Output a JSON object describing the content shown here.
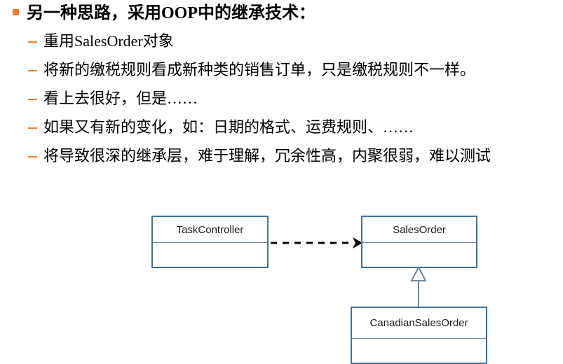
{
  "slide": {
    "title_bullet": {
      "marker": "orange-square-bullet",
      "text": "另一种思路，采用OOP中的继承技术："
    },
    "sub_bullets": [
      {
        "marker": "orange-dash-bullet",
        "text": "重用SalesOrder对象"
      },
      {
        "marker": "orange-dash-bullet",
        "text": "将新的缴税规则看成新种类的销售订单，只是缴税规则不一样。"
      },
      {
        "marker": "orange-dash-bullet",
        "text": "看上去很好，但是……"
      },
      {
        "marker": "orange-dash-bullet",
        "text": "如果又有新的变化，如：日期的格式、运费规则、……"
      },
      {
        "marker": "orange-dash-bullet",
        "text": "将导致很深的继承层，难于理解，冗余性高，内聚很弱，难以测试"
      }
    ]
  },
  "diagram": {
    "type": "uml-class-diagram",
    "classes": [
      {
        "id": "taskcontroller",
        "name": "TaskController"
      },
      {
        "id": "salesorder",
        "name": "SalesOrder"
      },
      {
        "id": "canadiansalesorder",
        "name": "CanadianSalesOrder"
      }
    ],
    "relations": [
      {
        "kind": "dependency-dashed-arrow",
        "from": "TaskController",
        "to": "SalesOrder"
      },
      {
        "kind": "generalization-hollow-triangle",
        "from": "CanadianSalesOrder",
        "to": "SalesOrder"
      }
    ]
  },
  "colors": {
    "bullet_orange": "#ED7D31",
    "class_border_blue": "#41719C",
    "compartment_divider": "#6B88A3",
    "generalization_line": "#6B88A3",
    "dependency_arrow": "#000000",
    "text": "#000000",
    "background": "#FFFFFF"
  }
}
